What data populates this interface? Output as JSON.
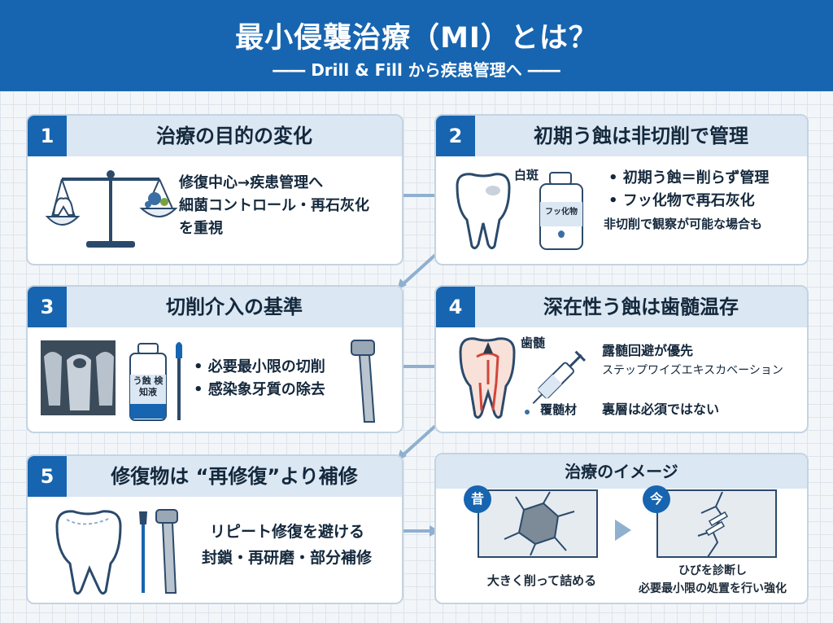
{
  "header": {
    "title": "最小侵襲治療（MI）とは？",
    "subtitle": "―― Drill & Fill から疾患管理へ ――"
  },
  "cards": [
    {
      "num": "1",
      "title": "治療の目的の変化",
      "lines": [
        "修復中心→疾患管理へ",
        "細菌コントロール・再石灰化",
        "を重視"
      ]
    },
    {
      "num": "2",
      "title": "初期う蝕は非切削で管理",
      "label_spot": "白斑",
      "label_bottle": "フッ化物",
      "lines": [
        "• 初期う蝕＝削らず管理",
        "• フッ化物で再石灰化",
        "非切削で観察が可能な場合も"
      ]
    },
    {
      "num": "3",
      "title": "切削介入の基準",
      "label_bottle": "う蝕 検知液",
      "lines": [
        "• 必要最小限の切削",
        "• 感染象牙質の除去"
      ]
    },
    {
      "num": "4",
      "title": "深在性う蝕は歯髄温存",
      "label_pulp": "歯髄",
      "label_cap": "覆髄材",
      "lines": [
        "露髄回避が優先",
        "ステップワイズエキスカベーション",
        "裏層は必須ではない"
      ]
    },
    {
      "num": "5",
      "title": "修復物は “再修復”より補修",
      "lines": [
        "リピート修復を避ける",
        "封鎖・再研磨・部分補修"
      ]
    }
  ],
  "image_panel": {
    "title": "治療のイメージ",
    "before_badge": "昔",
    "before_caption": "大きく削って詰める",
    "after_badge": "今",
    "after_caption_1": "ひびを診断し",
    "after_caption_2": "必要最小限の処置を行い強化"
  },
  "colors": {
    "primary": "#1765b0",
    "header_bar": "#dbe7f3",
    "border": "#c4d3e2"
  }
}
